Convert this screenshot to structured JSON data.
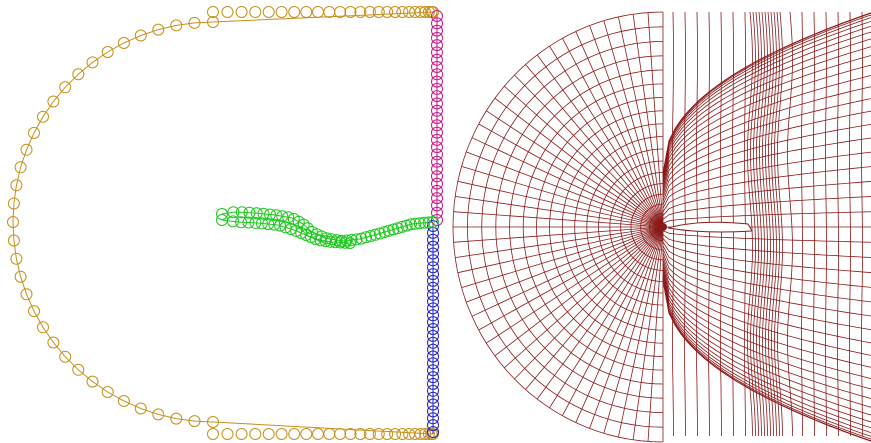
{
  "figure": {
    "panels": [
      {
        "id": "boundary-points",
        "curves": [
          {
            "name": "outer-arc-top",
            "color": "#c8901a"
          },
          {
            "name": "outer-arc",
            "color": "#c8901a"
          },
          {
            "name": "outer-arc-bottom",
            "color": "#c8901a"
          },
          {
            "name": "outlet-upper",
            "color": "#c8198c"
          },
          {
            "name": "outlet-lower",
            "color": "#2323c8"
          },
          {
            "name": "wake-cut",
            "color": "#1ec81e"
          }
        ]
      },
      {
        "id": "structured-mesh",
        "color": "#8b1a1a"
      }
    ],
    "colors": {
      "background": "#ffffff",
      "arc": "#c8901a",
      "outlet_upper": "#c8198c",
      "outlet_lower": "#2323c8",
      "wake": "#1ec81e",
      "mesh": "#8b1a1a"
    }
  }
}
